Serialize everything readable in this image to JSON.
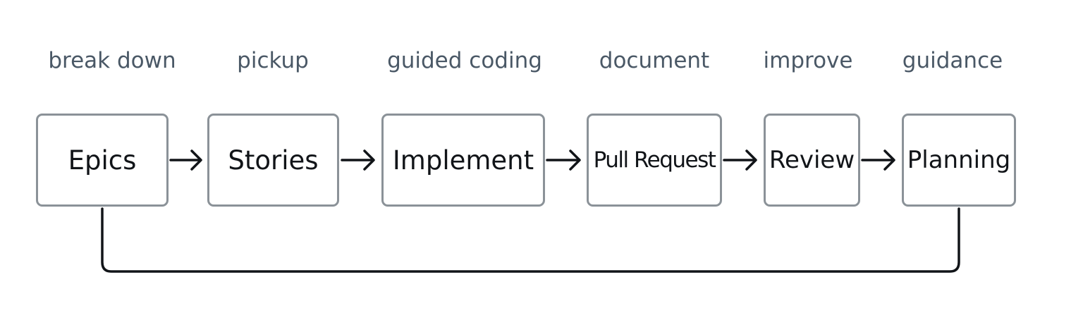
{
  "diagram": {
    "steps": [
      {
        "label": "break down",
        "node": "Epics"
      },
      {
        "label": "pickup",
        "node": "Stories"
      },
      {
        "label": "guided coding",
        "node": "Implement"
      },
      {
        "label": "document",
        "node": "Pull Request"
      },
      {
        "label": "improve",
        "node": "Review"
      },
      {
        "label": "guidance",
        "node": "Planning"
      }
    ],
    "colors": {
      "label_text": "#4a5866",
      "node_border": "#8b9298",
      "node_text": "#111418",
      "connector": "#111418"
    }
  }
}
